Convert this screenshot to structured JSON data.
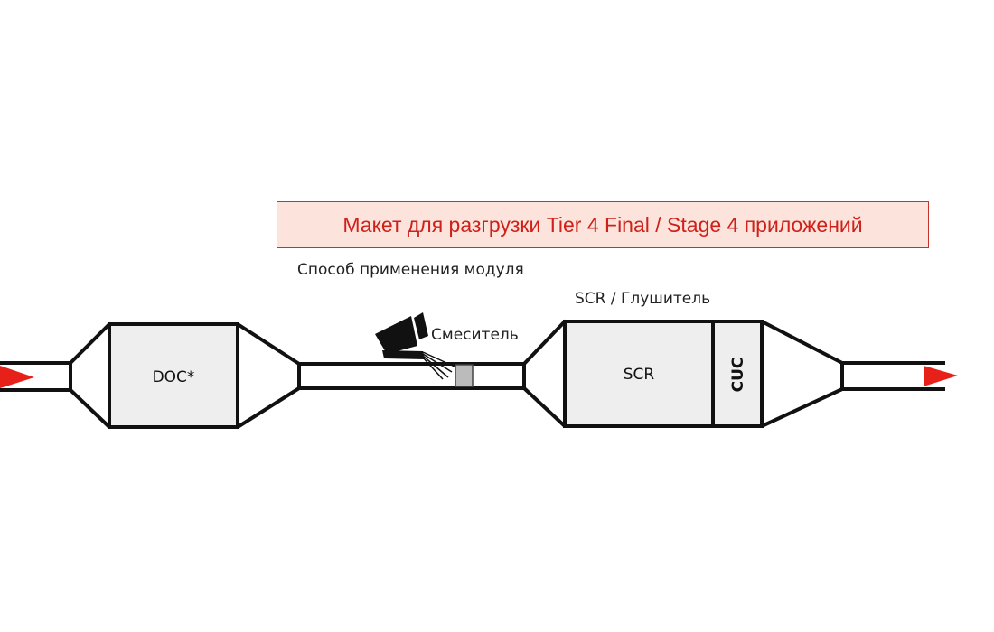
{
  "title": "Макет для разгрузки Tier 4 Final / Stage 4 приложений",
  "subtitle": "Способ применения модуля",
  "labels": {
    "mixer": "Смеситель",
    "muffler": "SCR / Глушитель"
  },
  "components": {
    "doc": "DOC*",
    "scr": "SCR",
    "cuc": "CUC"
  },
  "colors": {
    "title_text": "#d0201a",
    "title_bg": "#fce4dc",
    "title_border": "#c9302c",
    "flow_arrow": "#e8201a",
    "component_fill": "#eeeeee",
    "mixer_fill": "#bbbbbb",
    "outline": "#111111"
  },
  "icons": {
    "inlet": "flow-arrow-right-icon",
    "outlet": "flow-arrow-right-icon",
    "injector": "dosing-injector-icon"
  }
}
